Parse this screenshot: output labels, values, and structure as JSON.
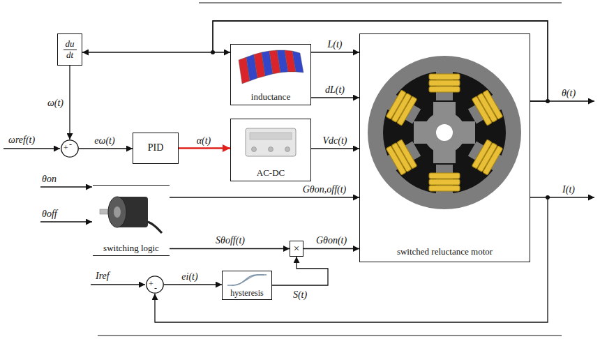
{
  "diagram": {
    "nodes": [
      {
        "text": [
          "du",
          "dt"
        ]
      },
      {
        "text": [
          "+",
          "-"
        ]
      },
      {
        "text": [
          "PID"
        ]
      },
      {
        "text": [
          "inductance"
        ]
      },
      {
        "text": [
          "AC-DC"
        ]
      },
      {
        "text": [
          "switching logic"
        ]
      },
      {
        "text": [
          "×"
        ]
      },
      {
        "text": [
          "switched reluctance motor"
        ]
      },
      {
        "text": [
          "+",
          "-"
        ]
      },
      {
        "text": [
          "hysteresis"
        ]
      }
    ],
    "edges": [
      {
        "from": 0,
        "to": 1,
        "label": "ω(t)",
        "arrow": "to"
      },
      {
        "from": 1,
        "to": 2,
        "label": "eω(t)",
        "arrow": "to"
      },
      {
        "from": 2,
        "to": 4,
        "label": "α(t)",
        "arrow": "to"
      },
      {
        "from": 3,
        "to": 7,
        "label": "L(t)",
        "arrow": "to"
      },
      {
        "from": 3,
        "to": 7,
        "label": "dL(t)",
        "arrow": "to"
      },
      {
        "from": 4,
        "to": 7,
        "label": "Vdc(t)",
        "arrow": "to"
      },
      {
        "from": 5,
        "to": 7,
        "label": "Gθon,off(t)",
        "arrow": "to"
      },
      {
        "from": 5,
        "to": 6,
        "label": "Sθoff(t)",
        "arrow": "to"
      },
      {
        "from": 6,
        "to": 7,
        "label": "Gθon(t)",
        "arrow": "to"
      },
      {
        "from": 8,
        "to": 9,
        "label": "ei(t)",
        "arrow": "to"
      },
      {
        "from": 9,
        "to": 6,
        "label": "S(t)",
        "arrow": "to"
      },
      {
        "from": 7,
        "to": 0,
        "arrow": "to"
      },
      {
        "from": 7,
        "to": 3,
        "arrow": "to"
      },
      {
        "from": 7,
        "to": 8,
        "arrow": "to"
      }
    ],
    "labels": [
      "ωref(t)",
      "θon",
      "θoff",
      "Iref",
      "θ(t)",
      "I(t)"
    ]
  }
}
